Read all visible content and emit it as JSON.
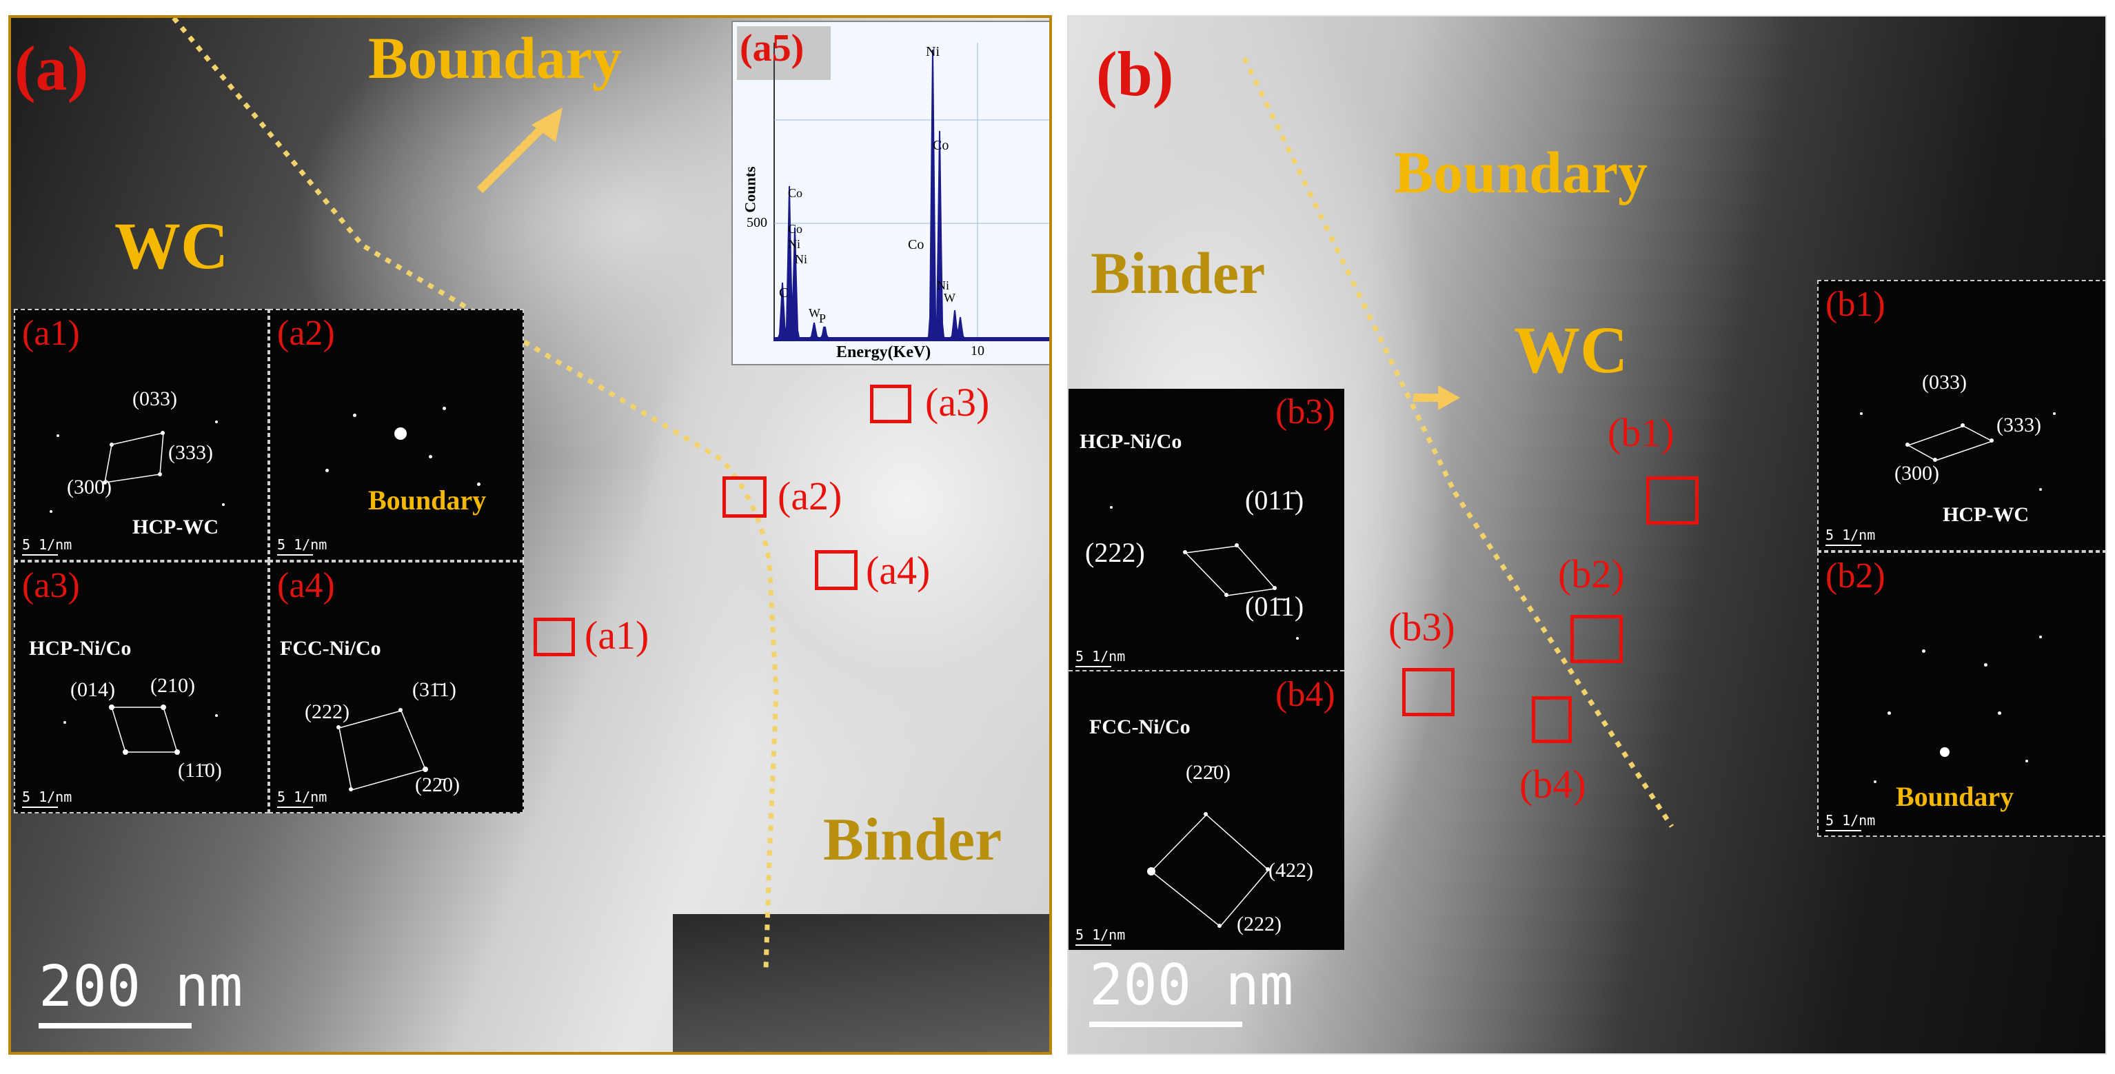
{
  "panel_a": {
    "label": "(a)",
    "boundary_label": "Boundary",
    "wc_label": "WC",
    "binder_label": "Binder",
    "scale_text": "200 nm",
    "roi": [
      "(a1)",
      "(a2)",
      "(a3)",
      "(a4)"
    ],
    "insets": {
      "a1": {
        "tag": "(a1)",
        "phase": "HCP-WC",
        "indices": [
          "(033)",
          "(333)",
          "(300)"
        ],
        "scale": "5 1/nm"
      },
      "a2": {
        "tag": "(a2)",
        "phase": "Boundary",
        "scale": "5 1/nm"
      },
      "a3": {
        "tag": "(a3)",
        "phase": "HCP-Ni/Co",
        "indices": [
          "(014)",
          "(210)",
          "(11̄0)"
        ],
        "scale": "5 1/nm"
      },
      "a4": {
        "tag": "(a4)",
        "phase": "FCC-Ni/Co",
        "indices": [
          "(222)",
          "(31̄1)",
          "(22̄0)"
        ],
        "scale": "5 1/nm"
      }
    },
    "eds": {
      "tag": "(a5)",
      "ylabel": "Counts",
      "xlabel": "Energy(KeV)",
      "ytick": "500",
      "xtick": "10",
      "peaks": [
        "C",
        "Co",
        "Co",
        "Ni",
        "Ni",
        "W",
        "P",
        "Ni",
        "Co",
        "Co",
        "Ni",
        "W"
      ]
    }
  },
  "panel_b": {
    "label": "(b)",
    "boundary_label": "Boundary",
    "wc_label": "WC",
    "binder_label": "Binder",
    "scale_text": "200 nm",
    "roi": [
      "(b1)",
      "(b2)",
      "(b3)",
      "(b4)"
    ],
    "insets": {
      "b1": {
        "tag": "(b1)",
        "phase": "HCP-WC",
        "indices": [
          "(033)",
          "(333)",
          "(300)"
        ],
        "scale": "5 1/nm"
      },
      "b2": {
        "tag": "(b2)",
        "phase": "Boundary",
        "scale": "5 1/nm"
      },
      "b3": {
        "tag": "(b3)",
        "phase": "HCP-Ni/Co",
        "indices": [
          "(011̄)",
          "(222)",
          "(01̄1)"
        ],
        "scale": "5 1/nm"
      },
      "b4": {
        "tag": "(b4)",
        "phase": "FCC-Ni/Co",
        "indices": [
          "(22̄0)",
          "(422)",
          "(222)"
        ],
        "scale": "5 1/nm"
      }
    }
  },
  "colors": {
    "label_red": "#e0140f",
    "boundary_gold": "#f5b800",
    "binder_olive": "#b8900e",
    "roi_red": "#e8110c",
    "eds_spectrum": "#1a1a8c"
  }
}
